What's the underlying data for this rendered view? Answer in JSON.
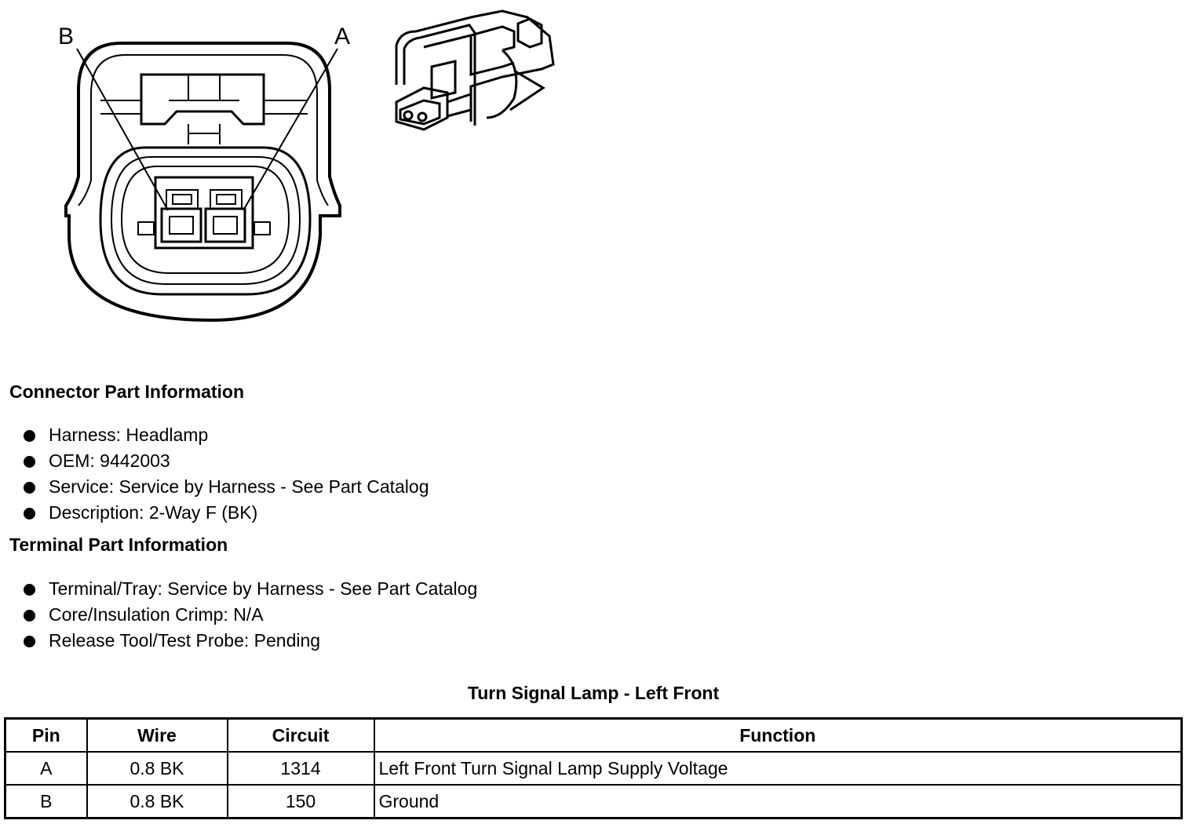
{
  "diagram": {
    "pin_labels": [
      "B",
      "A"
    ]
  },
  "connector_info": {
    "heading": "Connector Part Information",
    "items": [
      "Harness: Headlamp",
      "OEM: 9442003",
      "Service: Service by Harness - See Part Catalog",
      "Description: 2-Way F (BK)"
    ]
  },
  "terminal_info": {
    "heading": "Terminal Part Information",
    "items": [
      "Terminal/Tray: Service by Harness - See Part Catalog",
      "Core/Insulation Crimp: N/A",
      "Release Tool/Test Probe: Pending"
    ]
  },
  "table": {
    "title": "Turn Signal Lamp - Left Front",
    "headers": [
      "Pin",
      "Wire",
      "Circuit",
      "Function"
    ],
    "rows": [
      [
        "A",
        "0.8 BK",
        "1314",
        "Left Front Turn Signal Lamp Supply Voltage"
      ],
      [
        "B",
        "0.8 BK",
        "150",
        "Ground"
      ]
    ]
  }
}
